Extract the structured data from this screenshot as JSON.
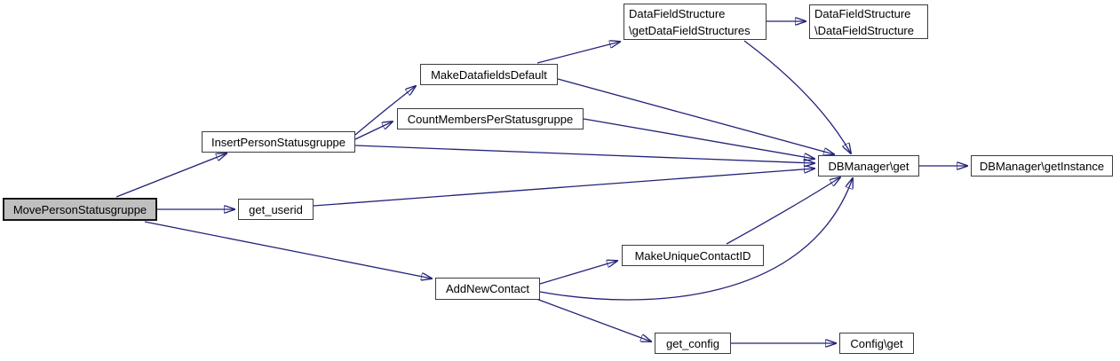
{
  "diagram": {
    "type": "call-graph",
    "colors": {
      "background": "#ffffff",
      "edge": "#22227a",
      "node_fill": "#ffffff",
      "node_border": "#3c3c3c",
      "highlight_fill": "#bfbfbf",
      "text": "#000000"
    },
    "nodes": {
      "move_person_statusgruppe": {
        "label": "MovePersonStatusgruppe",
        "highlighted": true
      },
      "insert_person_statusgruppe": {
        "label": "InsertPersonStatusgruppe"
      },
      "get_userid": {
        "label": "get_userid"
      },
      "make_datafields_default": {
        "label": "MakeDatafieldsDefault"
      },
      "count_members_per_statusgruppe": {
        "label": "CountMembersPerStatusgruppe"
      },
      "add_new_contact": {
        "label": "AddNewContact"
      },
      "make_unique_contact_id": {
        "label": "MakeUniqueContactID"
      },
      "get_config": {
        "label": "get_config"
      },
      "datafieldstructure_getdatafieldstructures": {
        "label": "DataFieldStructure\n\\getDataFieldStructures"
      },
      "datafieldstructure_datafieldstructure": {
        "label": "DataFieldStructure\n\\DataFieldStructure"
      },
      "dbmanager_get": {
        "label": "DBManager\\get"
      },
      "dbmanager_getinstance": {
        "label": "DBManager\\getInstance"
      },
      "config_get": {
        "label": "Config\\get"
      }
    },
    "edges": [
      {
        "from": "MovePersonStatusgruppe",
        "to": "InsertPersonStatusgruppe"
      },
      {
        "from": "MovePersonStatusgruppe",
        "to": "get_userid"
      },
      {
        "from": "MovePersonStatusgruppe",
        "to": "AddNewContact"
      },
      {
        "from": "InsertPersonStatusgruppe",
        "to": "MakeDatafieldsDefault"
      },
      {
        "from": "InsertPersonStatusgruppe",
        "to": "CountMembersPerStatusgruppe"
      },
      {
        "from": "InsertPersonStatusgruppe",
        "to": "DBManager\\get"
      },
      {
        "from": "get_userid",
        "to": "DBManager\\get"
      },
      {
        "from": "AddNewContact",
        "to": "MakeUniqueContactID"
      },
      {
        "from": "AddNewContact",
        "to": "DBManager\\get"
      },
      {
        "from": "AddNewContact",
        "to": "get_config"
      },
      {
        "from": "MakeDatafieldsDefault",
        "to": "DataFieldStructure\\getDataFieldStructures"
      },
      {
        "from": "MakeDatafieldsDefault",
        "to": "DBManager\\get"
      },
      {
        "from": "CountMembersPerStatusgruppe",
        "to": "DBManager\\get"
      },
      {
        "from": "DataFieldStructure\\getDataFieldStructures",
        "to": "DataFieldStructure\\DataFieldStructure"
      },
      {
        "from": "DataFieldStructure\\getDataFieldStructures",
        "to": "DBManager\\get"
      },
      {
        "from": "MakeUniqueContactID",
        "to": "DBManager\\get"
      },
      {
        "from": "get_config",
        "to": "Config\\get"
      },
      {
        "from": "DBManager\\get",
        "to": "DBManager\\getInstance"
      }
    ]
  }
}
